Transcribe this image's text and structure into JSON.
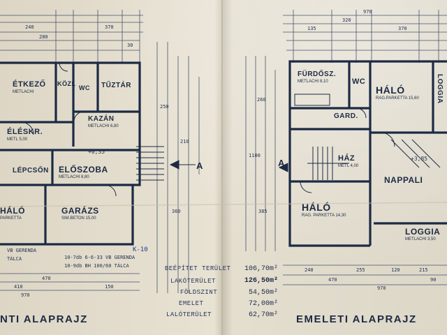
{
  "ground_floor": {
    "rooms": {
      "etkezo": "ÉTKEZŐ",
      "etkezo_sub": "METLACHI",
      "kozl": "KÖZL",
      "wc": "WC",
      "tuztar": "TŰZTÁR",
      "kazan": "KAZÁN",
      "kazan_sub": "METLACHI 6,80",
      "eleskr": "ÉLÉSKR.",
      "eleskr_sub": "METL 5,00",
      "lepcson": "LÉPCSŐN",
      "eloszoba": "ELŐSZOBA",
      "eloszoba_sub": "METLACHI 8,80",
      "halo": "HÁLÓ",
      "halo_sub": "PARKETTA",
      "garazs": "GARÁZS",
      "garazs_sub": "SIM.BETON 15,00"
    },
    "notes": {
      "gerenda": "VB GERENDA",
      "talca": "TÁLCA",
      "gerenda_long": "10-7db 6-6-33 VB GERENDA",
      "talca_long": "10-9db BH 100/60 TÁLCA",
      "k10": "K-10",
      "level": "+0,35",
      "section": "A"
    },
    "title": "NTI ALAPRAJZ"
  },
  "upper_floor": {
    "rooms": {
      "furdosz": "FÜRDŐSZ.",
      "furdosz_sub": "METLACHI 8,10",
      "wc": "WC",
      "halo": "HÁLÓ",
      "halo_sub": "RAG.PARKETTA 15,60",
      "loggia_side": "LOGGIA",
      "gard": "GARD.",
      "haz": "HÁZ",
      "haz_sub": "METL 4,00",
      "nappali": "NAPPALI",
      "halo2": "HÁLÓ",
      "halo2_sub": "RAG. PARKETTA 14,30",
      "loggia": "LOGGIA",
      "loggia_sub": "METLACHI 3,50",
      "level": "+3,85",
      "section": "A"
    },
    "title": "EMELETI ALAPRAJZ"
  },
  "stats": [
    {
      "label": "BEÉPÍTET TERÜLET",
      "value": "106,70m²"
    },
    {
      "label": "LAKÓTERÜLET",
      "value": "126,50m²"
    },
    {
      "label": "FÖLDSZINT",
      "value": "54,50m²"
    },
    {
      "label": "EMELET",
      "value": "72,00m²"
    },
    {
      "label": "LALÓTERÜLET",
      "value": "62,70m²"
    }
  ],
  "dimensions": {
    "d970": "970",
    "d30": "30",
    "d240": "240",
    "d280": "280",
    "d370": "370",
    "d410": "410",
    "d470": "470",
    "d150": "150",
    "d250": "250",
    "d210": "210",
    "d135": "135",
    "d1100": "1100",
    "d385": "385",
    "d320": "320",
    "d120": "120",
    "d255": "255",
    "d215": "215",
    "d90": "90",
    "d360": "360",
    "d260": "260"
  },
  "colors": {
    "ink": "#1c2a44",
    "paper": "#e4decf",
    "blue_pencil": "#1d3c8f"
  }
}
